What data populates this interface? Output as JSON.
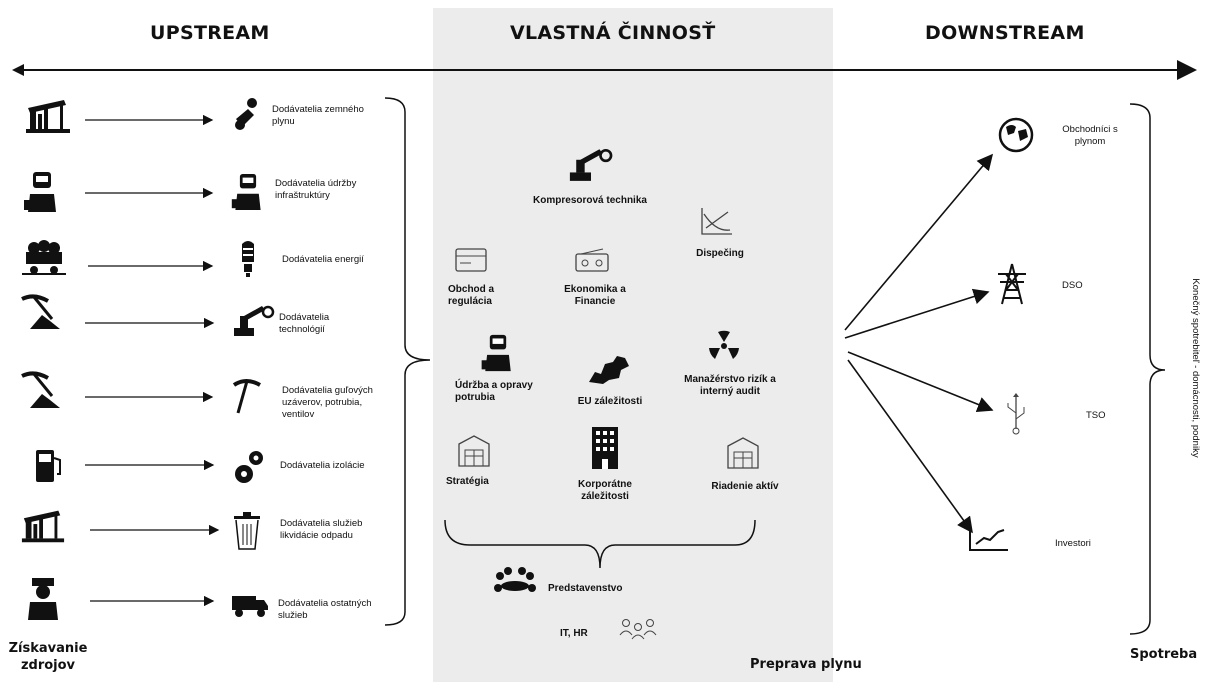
{
  "headers": {
    "upstream": "UPSTREAM",
    "own": "VLASTNÁ ČINNOSŤ",
    "downstream": "DOWNSTREAM"
  },
  "upstream": {
    "suppliers": [
      {
        "label": "Dodávatelia zemného plynu",
        "icon": "pump-jack-icon"
      },
      {
        "label": "Dodávatelia údržby infraštruktúry",
        "icon": "worker-icon"
      },
      {
        "label": "Dodávatelia energií",
        "icon": "bulb-icon"
      },
      {
        "label": "Dodávatelia technológií",
        "icon": "robot-arm-icon"
      },
      {
        "label": "Dodávatelia guľových uzáverov, potrubia, ventilov",
        "icon": "pickaxe-icon"
      },
      {
        "label": "Dodávatelia izolácie",
        "icon": "gears-icon"
      },
      {
        "label": "Dodávatelia služieb likvidácie odpadu",
        "icon": "trash-icon"
      },
      {
        "label": "Dodávatelia ostatných služieb",
        "icon": "truck-icon"
      }
    ],
    "footer": "Získavanie zdrojov"
  },
  "own": {
    "kompresorova": "Kompresorová technika",
    "dispecing": "Dispečing",
    "obchod": "Obchod a regulácia",
    "ekonomika": "Ekonomika a Financie",
    "udrzba": "Údržba a opravy potrubia",
    "eu": "EU záležitosti",
    "manazerstvo": "Manažérstvo rizík a interný audit",
    "strategia": "Stratégia",
    "korporatne": "Korporátne záležitosti",
    "riadenie": "Riadenie aktív",
    "predstavenstvo": "Predstavenstvo",
    "it_hr": "IT, HR",
    "footer": "Preprava plynu"
  },
  "downstream": {
    "items": [
      {
        "label": "Obchodníci s plynom",
        "icon": "globe-icon"
      },
      {
        "label": "DSO",
        "icon": "power-tower-icon"
      },
      {
        "label": "TSO",
        "icon": "usb-icon"
      },
      {
        "label": "Investori",
        "icon": "growth-chart-icon"
      }
    ],
    "vertical": "Konečný spotrebiteľ - domácnosti, podniky",
    "footer": "Spotreba"
  }
}
